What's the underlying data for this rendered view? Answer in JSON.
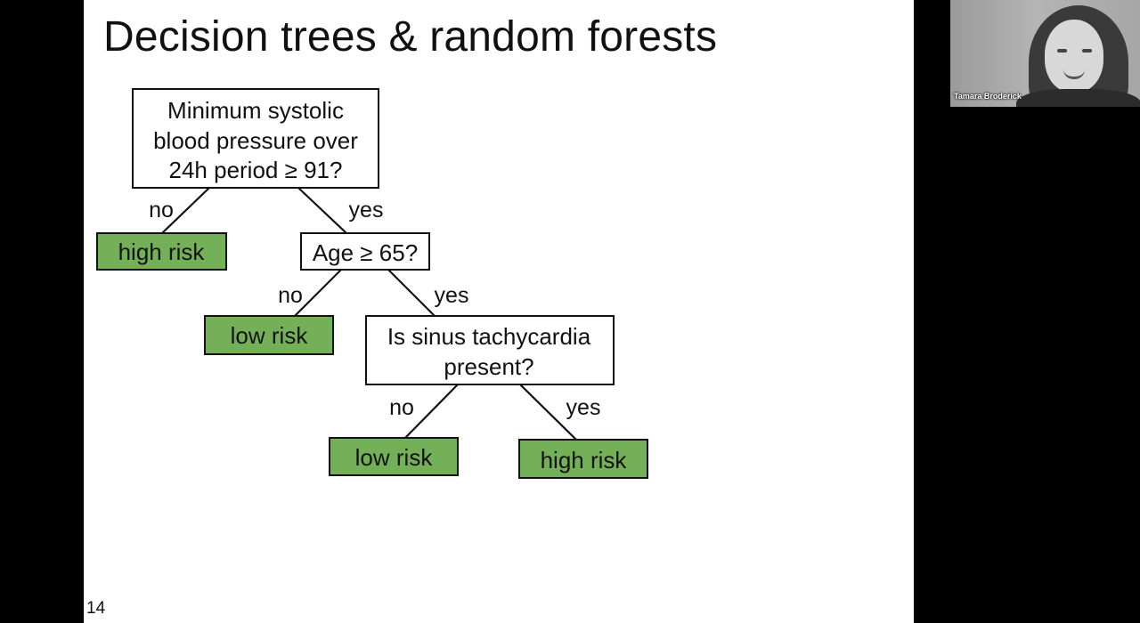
{
  "slide": {
    "title": "Decision trees & random forests",
    "page_number": "14"
  },
  "tree": {
    "root": {
      "lines": [
        "Minimum systolic",
        "blood pressure over",
        "24h period ≥ 91?"
      ]
    },
    "root_no_label": "no",
    "root_yes_label": "yes",
    "leaf_high_risk_1": "high risk",
    "age_node": "Age ≥ 65?",
    "age_no_label": "no",
    "age_yes_label": "yes",
    "leaf_low_risk_1": "low risk",
    "sinus_node": {
      "lines": [
        "Is sinus tachycardia",
        "present?"
      ]
    },
    "sinus_no_label": "no",
    "sinus_yes_label": "yes",
    "leaf_low_risk_2": "low risk",
    "leaf_high_risk_2": "high risk",
    "leaf_color": "#73b058"
  },
  "webcam": {
    "participant_name": "Tamara Broderick"
  }
}
